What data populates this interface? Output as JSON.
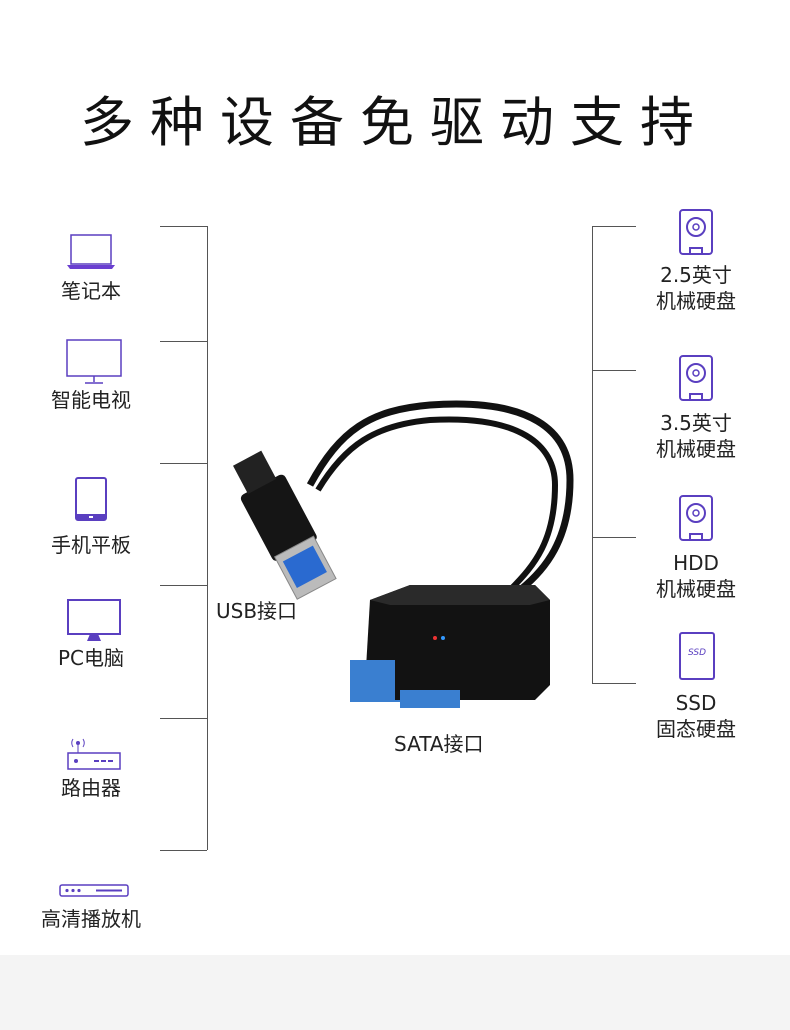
{
  "title": "多种设备免驱动支持",
  "left_devices": [
    {
      "icon": "laptop-icon",
      "label": "笔记本"
    },
    {
      "icon": "tv-icon",
      "label": "智能电视"
    },
    {
      "icon": "tablet-icon",
      "label": "手机平板"
    },
    {
      "icon": "monitor-icon",
      "label": "PC电脑"
    },
    {
      "icon": "router-icon",
      "label": "路由器"
    },
    {
      "icon": "media-player-icon",
      "label": "高清播放机"
    }
  ],
  "right_devices": [
    {
      "icon": "hard-drive-icon",
      "line1": "2.5英寸",
      "line2": "机械硬盘"
    },
    {
      "icon": "hard-drive-icon",
      "line1": "3.5英寸",
      "line2": "机械硬盘"
    },
    {
      "icon": "hard-drive-icon",
      "line1": "HDD",
      "line2": "机械硬盘"
    },
    {
      "icon": "ssd-icon",
      "ssd_text": "SSD",
      "line1": "SSD",
      "line2": "固态硬盘"
    }
  ],
  "usb_label": "USB接口",
  "sata_label": "SATA接口",
  "colors": {
    "icon": "#5a3fc0",
    "cable": "#111111",
    "sata": "#3a7fd0"
  }
}
